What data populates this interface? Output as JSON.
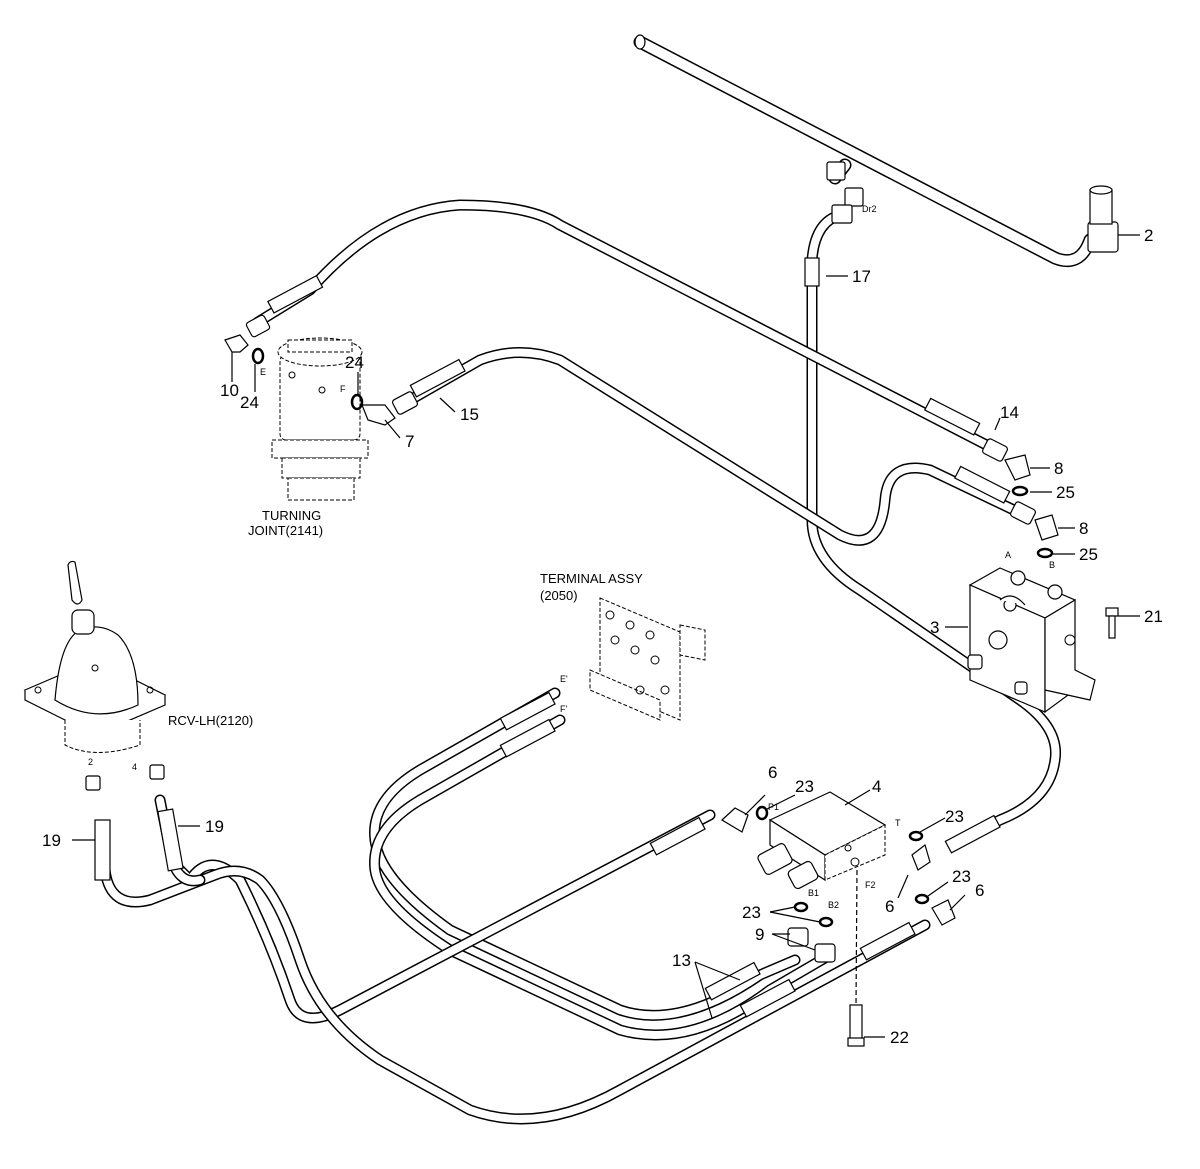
{
  "labels": {
    "n2": "2",
    "n3": "3",
    "n4": "4",
    "n6a": "6",
    "n6b": "6",
    "n6c": "6",
    "n7": "7",
    "n8a": "8",
    "n8b": "8",
    "n9": "9",
    "n10": "10",
    "n13": "13",
    "n14": "14",
    "n15": "15",
    "n17": "17",
    "n19a": "19",
    "n19b": "19",
    "n21": "21",
    "n22": "22",
    "n23a": "23",
    "n23b": "23",
    "n23c": "23",
    "n23d": "23",
    "n24a": "24",
    "n24b": "24",
    "n25a": "25",
    "n25b": "25"
  },
  "names": {
    "turning_joint_1": "TURNING",
    "turning_joint_2": "JOINT(2141)",
    "terminal_assy_1": "TERMINAL ASSY",
    "terminal_assy_2": "(2050)",
    "rcv": "RCV-LH(2120)"
  },
  "ports": {
    "dr2": "Dr2",
    "e": "E",
    "f": "F",
    "a": "A",
    "b": "B",
    "e_prime": "E'",
    "f_prime": "F'",
    "p1": "P1",
    "t": "T",
    "b1": "B1",
    "b2": "B2",
    "f2": "F2",
    "rcv2": "2",
    "rcv4": "4"
  }
}
